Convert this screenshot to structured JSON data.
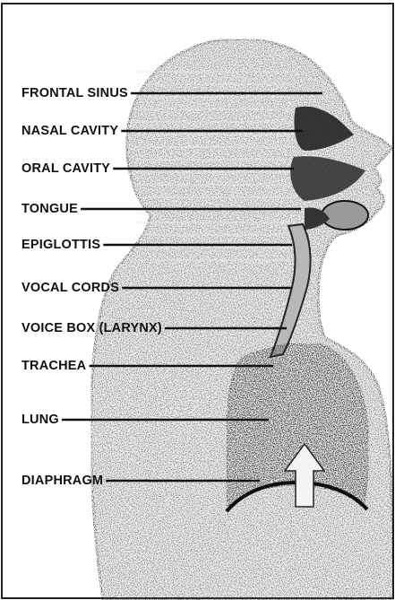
{
  "diagram": {
    "labels": [
      "FRONTAL SINUS",
      "NASAL CAVITY",
      "ORAL CAVITY",
      "TONGUE",
      "EPIGLOTTIS",
      "VOCAL CORDS",
      "VOICE BOX (LARYNX)",
      "TRACHEA",
      "LUNG",
      "DIAPHRAGM"
    ]
  },
  "colors": {
    "body_fill": "#5e5e5e",
    "lung_fill": "#262626",
    "outline": "#0d0d0d",
    "paper": "#ffffff",
    "ink": "#111111"
  },
  "icons": [
    "upward-arrow-icon"
  ]
}
